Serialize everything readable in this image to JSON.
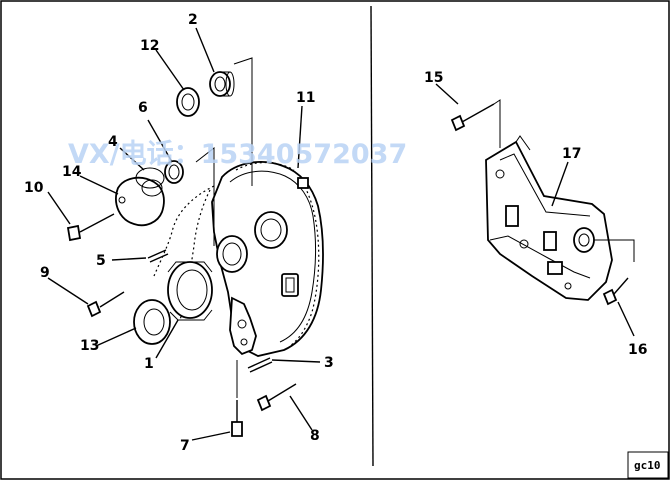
{
  "labels": {
    "l1": "1",
    "l2": "2",
    "l3": "3",
    "l4": "4",
    "l5": "5",
    "l6": "6",
    "l7": "7",
    "l8": "8",
    "l9": "9",
    "l10": "10",
    "l11": "11",
    "l12": "12",
    "l13": "13",
    "l14": "14",
    "l15": "15",
    "l16": "16",
    "l17": "17"
  },
  "watermark": "VX/电话：15340572037",
  "figure_code": "gc10",
  "colors": {
    "watermark": "#b8d2f4",
    "line": "#000000",
    "background": "#ffffff"
  }
}
